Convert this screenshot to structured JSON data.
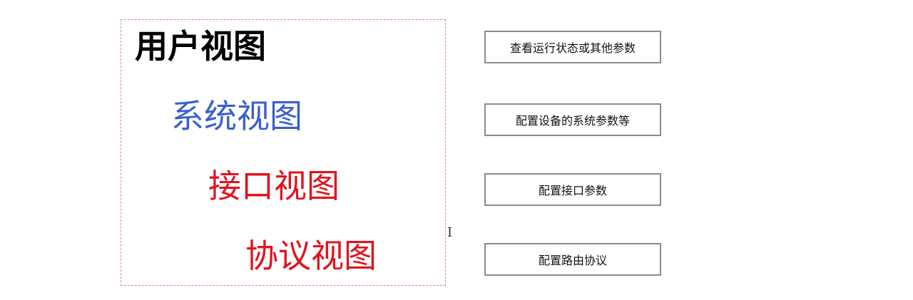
{
  "views": [
    {
      "label": "用户视图",
      "color": "#000000"
    },
    {
      "label": "系统视图",
      "color": "#3a5fcd"
    },
    {
      "label": "接口视图",
      "color": "#e0141e"
    },
    {
      "label": "协议视图",
      "color": "#e0141e"
    }
  ],
  "descriptions": [
    "查看运行状态或其他参数",
    "配置设备的系统参数等",
    "配置接口参数",
    "配置路由协议"
  ],
  "frame_border_color": "#d98a8a",
  "box_border_color": "#8c8c8c"
}
